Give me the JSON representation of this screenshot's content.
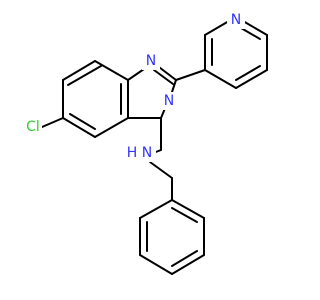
{
  "molecule": {
    "atoms": [
      {
        "label": "N",
        "color": "#3333ff"
      },
      {
        "label": "N",
        "color": "#3333ff"
      },
      {
        "label": "N",
        "color": "#3333ff"
      },
      {
        "label": "Cl",
        "color": "#33cc33"
      },
      {
        "label": "H",
        "color": "#3333ff"
      },
      {
        "label": "N",
        "color": "#3333ff"
      }
    ],
    "bond_color": "#000000",
    "background": "#ffffff"
  }
}
